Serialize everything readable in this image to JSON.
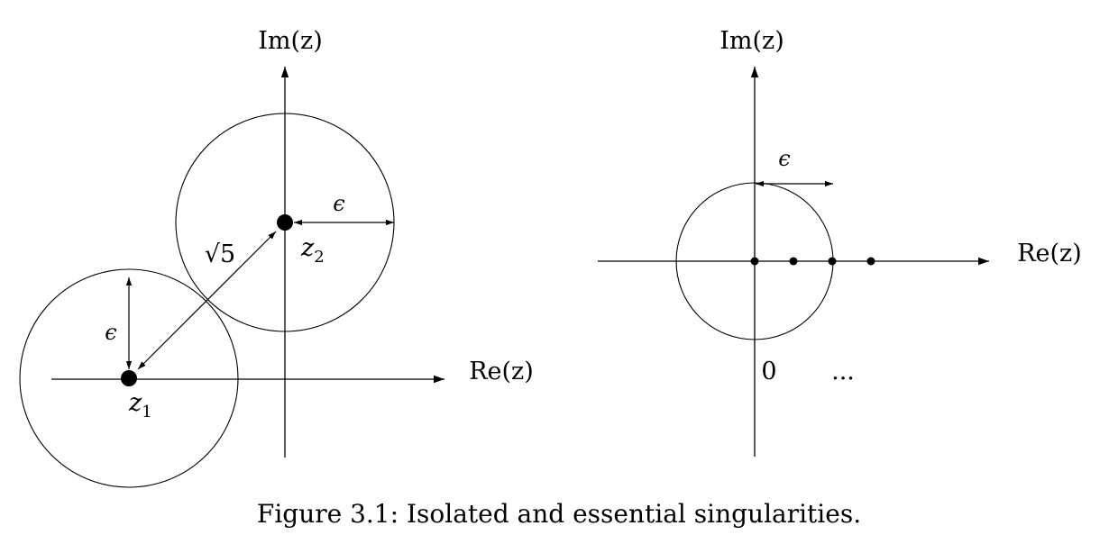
{
  "left_diagram": {
    "im_axis_label": "Im(z)",
    "re_axis_label": "Re(z)",
    "point1_label": "z",
    "point1_subscript": "1",
    "point2_label": "z",
    "point2_subscript": "2",
    "distance_label": "√5",
    "epsilon_label_1": "ϵ",
    "epsilon_label_2": "ϵ"
  },
  "right_diagram": {
    "im_axis_label": "Im(z)",
    "re_axis_label": "Re(z)",
    "epsilon_label": "ϵ",
    "origin_label": "0",
    "ellipsis_label": "..."
  },
  "caption": "Figure 3.1: Isolated and essential singularities."
}
